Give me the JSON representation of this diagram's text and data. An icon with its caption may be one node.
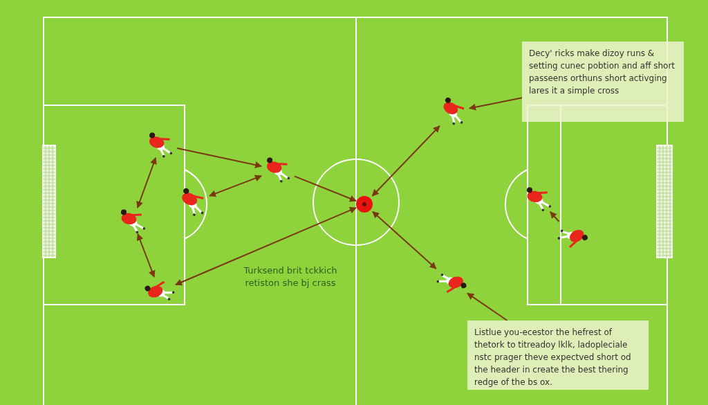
{
  "diagram": {
    "nodes": [
      {
        "text": [],
        "shape": "person"
      },
      {
        "text": [],
        "shape": "person"
      },
      {
        "text": [],
        "shape": "person"
      },
      {
        "text": [],
        "shape": "person"
      },
      {
        "text": [],
        "shape": "person"
      },
      {
        "text": [],
        "shape": "person"
      },
      {
        "text": [],
        "shape": "person"
      },
      {
        "text": [],
        "shape": "person"
      },
      {
        "text": [],
        "shape": "person"
      },
      {
        "text": [],
        "shape": "circle"
      },
      {
        "text": [
          "Decy' ricks make dizoy runs & setting cunec pobtion and aff short passeens orthuns short activging lares it a simple cross"
        ]
      },
      {
        "text": [
          "Listlue you-ecestor the hefrest of thetork to titreadoy lklk, ladopleciale nstc prager theve expectved short od the header in create the best thering redge of the bs ox."
        ]
      }
    ],
    "edges": [
      {
        "from": 0,
        "to": 4,
        "arrow": "to"
      },
      {
        "from": 0,
        "to": 1,
        "arrow": "both"
      },
      {
        "from": 1,
        "to": 2,
        "arrow": "both"
      },
      {
        "from": 3,
        "to": 4,
        "arrow": "both"
      },
      {
        "from": 4,
        "to": 9,
        "arrow": "to"
      },
      {
        "from": 2,
        "to": 9,
        "arrow": "both"
      },
      {
        "from": 5,
        "to": 9,
        "arrow": "both"
      },
      {
        "from": 10,
        "to": 5,
        "arrow": "to"
      },
      {
        "from": 9,
        "to": 6,
        "arrow": "both"
      },
      {
        "from": 11,
        "to": 6,
        "arrow": "to"
      },
      {
        "from": 8,
        "to": 7,
        "arrow": "to"
      }
    ],
    "labels": [
      "Turksend brit tckkich retiston she bj crass"
    ]
  }
}
